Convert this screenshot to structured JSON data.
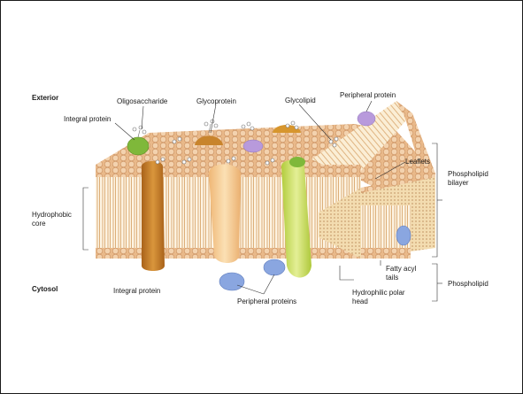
{
  "labels": {
    "exterior": "Exterior",
    "cytosol": "Cytosol",
    "integral_protein_top": "Integral protein",
    "integral_protein_bottom": "Integral protein",
    "oligosaccharide": "Oligosaccharide",
    "glycoprotein": "Glycoprotein",
    "glycolipid": "Glycolipid",
    "peripheral_protein": "Peripheral protein",
    "peripheral_proteins": "Peripheral proteins",
    "leaflets": "Leaflets",
    "phospholipid_bilayer_1": "Phospholipid",
    "phospholipid_bilayer_2": "bilayer",
    "hydrophobic_core_1": "Hydrophobic",
    "hydrophobic_core_2": "core",
    "fatty_acyl_tails_1": "Fatty acyl",
    "fatty_acyl_tails_2": "tails",
    "hydrophilic_polar_head_1": "Hydrophilic polar",
    "hydrophilic_polar_head_2": "head",
    "phospholipid": "Phospholipid"
  },
  "colors": {
    "head_fill": "#f1c9a0",
    "head_stroke": "#c98e5c",
    "tail": "#d9a66c",
    "integral_protein": "#c8842c",
    "glycoprotein": "#f4c98a",
    "glycolipid_protein": "#c8dc5c",
    "green_cap": "#7fb83a",
    "peripheral_blue": "#8aa6e0",
    "peripheral_purple": "#b89adc"
  }
}
